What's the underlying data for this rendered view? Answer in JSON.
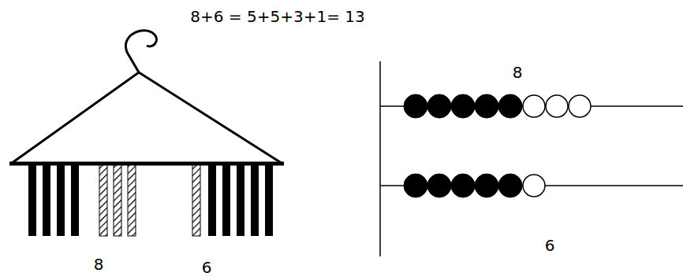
{
  "diagram": {
    "labels": [
      "8+6 = 5+5+3+1= 13",
      "8",
      "6",
      "8",
      "6"
    ]
  }
}
